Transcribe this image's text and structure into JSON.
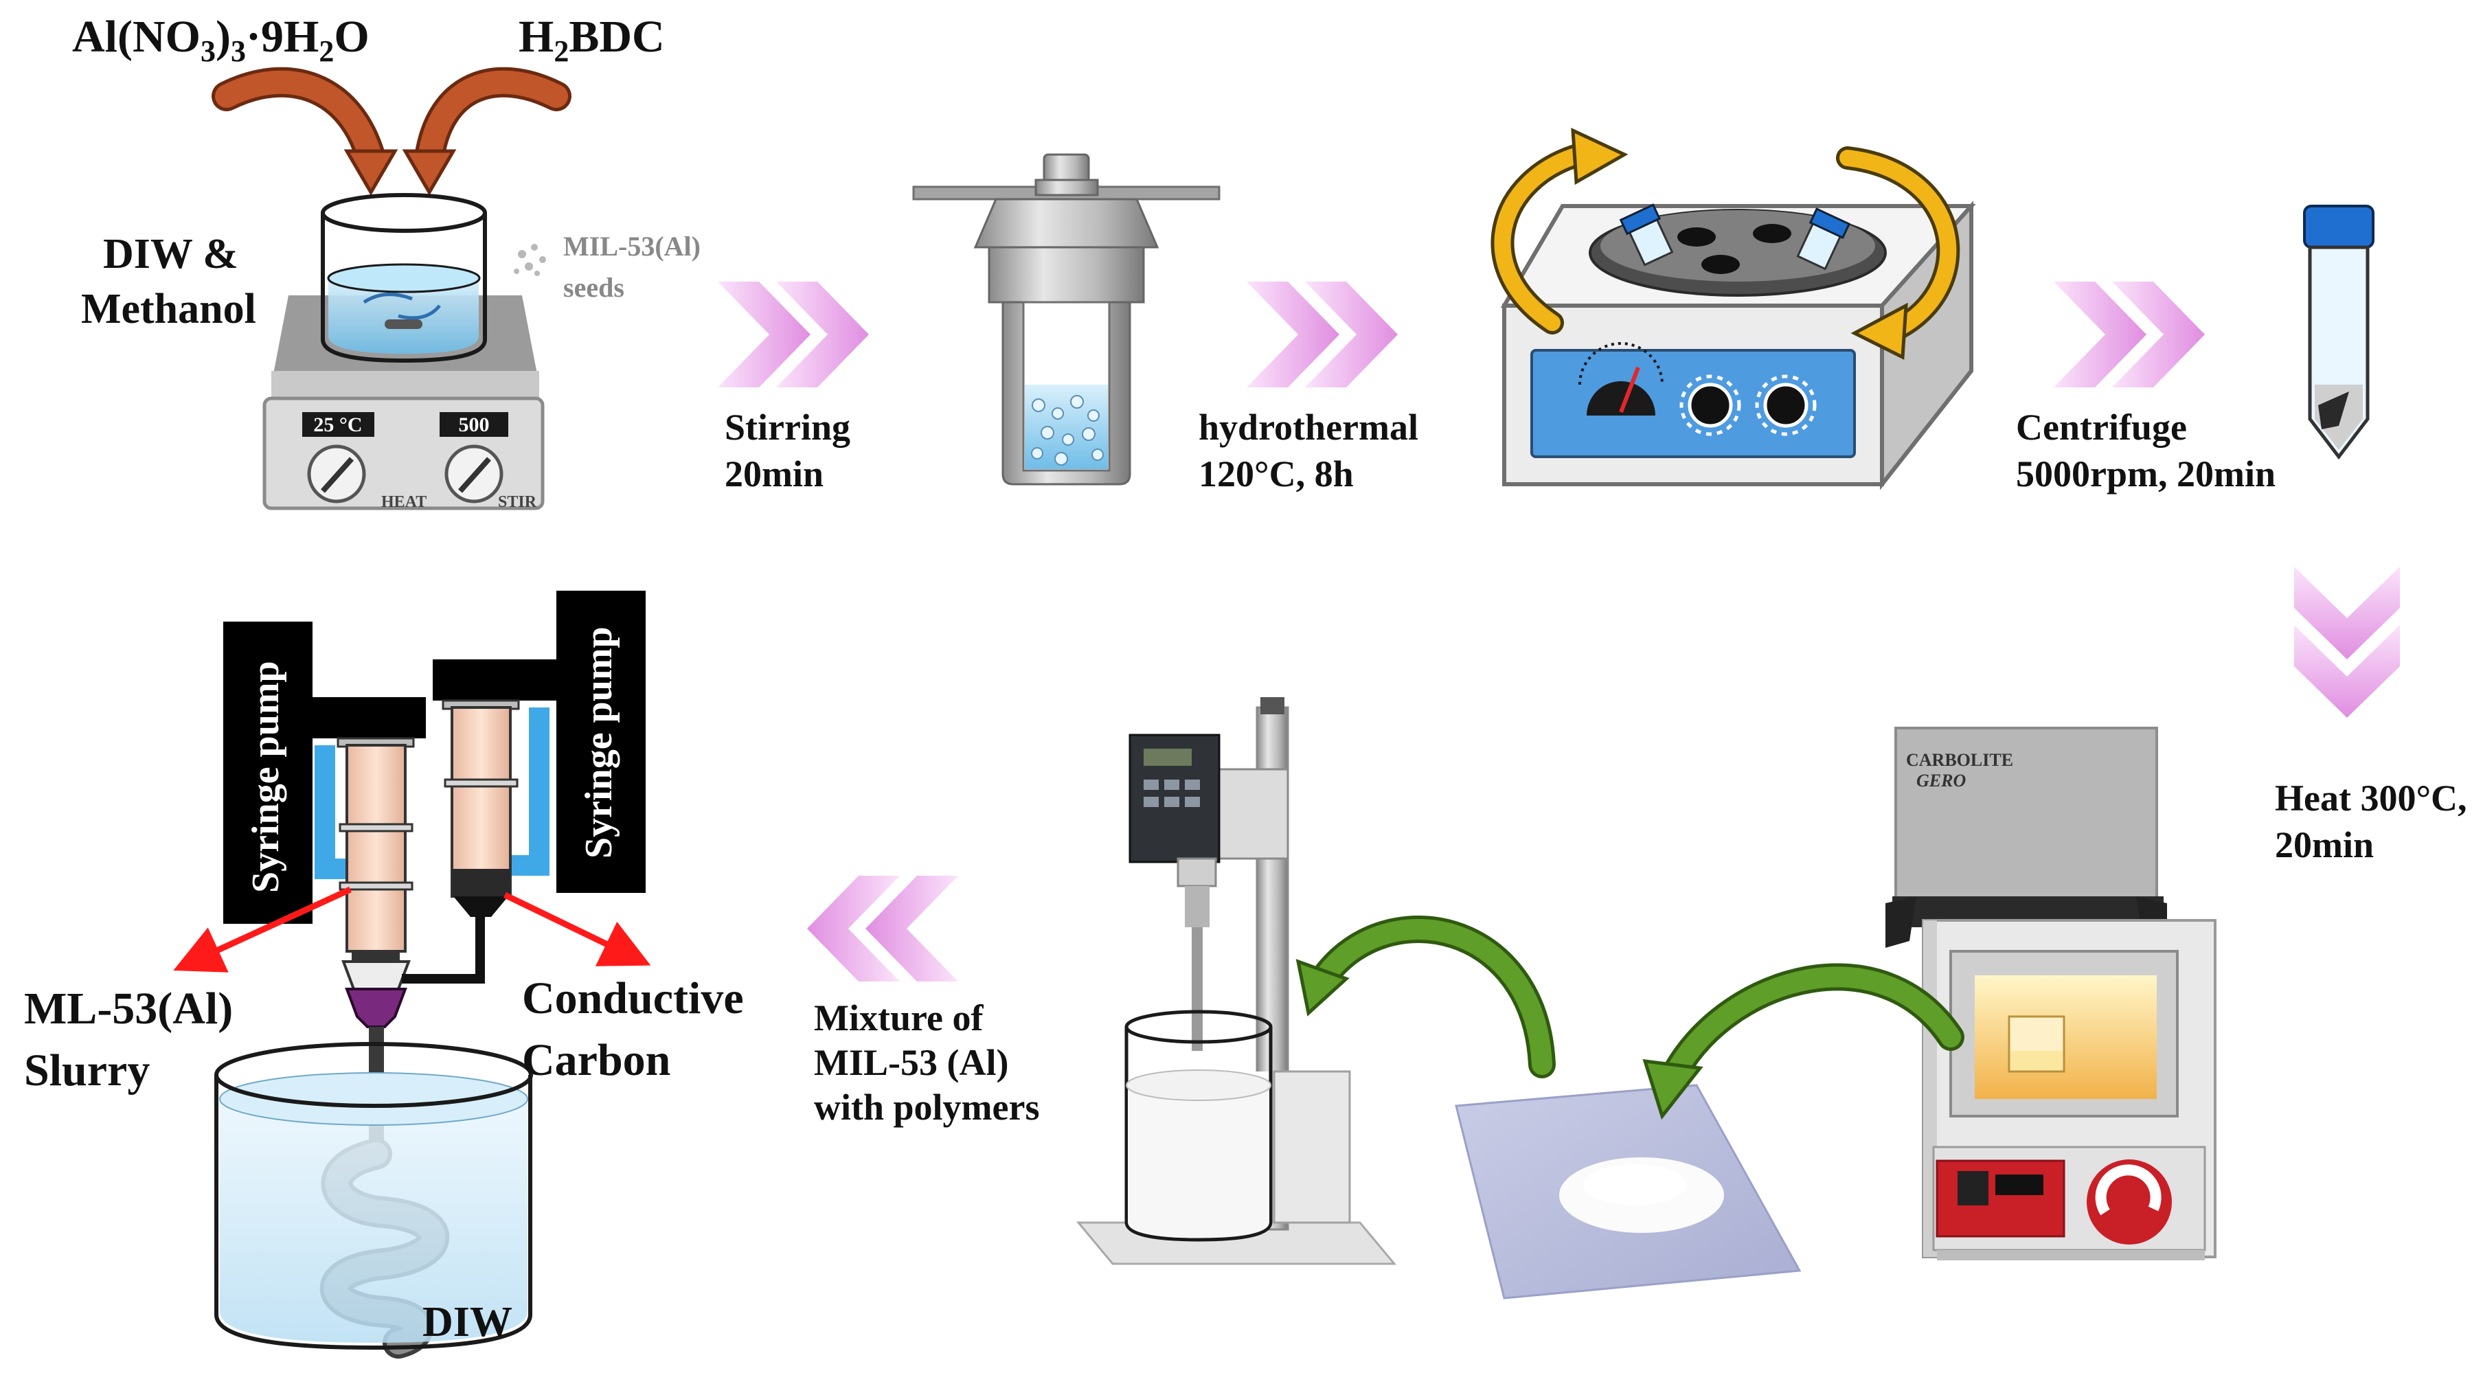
{
  "reagents": {
    "metal_salt": {
      "main": "Al(NO",
      "sub1": "3",
      "mid": ")",
      "sub2": "3",
      "rest": "·9H",
      "sub3": "2",
      "end": "O"
    },
    "linker": {
      "pre": "H",
      "sub": "2",
      "post": "BDC"
    }
  },
  "hotplate": {
    "solvent_line1": "DIW &",
    "solvent_line2": "Methanol",
    "temp_display": "25 °C",
    "speed_display": "500",
    "heat_label": "HEAT",
    "stir_label": "STIR"
  },
  "seeds": {
    "line1": "MIL-53(Al)",
    "line2": "seeds"
  },
  "steps": {
    "stirring": {
      "line1": "Stirring",
      "line2": "20min"
    },
    "hydrothermal": {
      "line1": "hydrothermal",
      "line2": "120°C, 8h"
    },
    "centrifuge": {
      "line1": "Centrifuge",
      "line2": "5000rpm, 20min"
    },
    "heat": {
      "line1": "Heat 300°C,",
      "line2": "20min"
    },
    "mixture": {
      "line1": "Mixture of",
      "line2": "MIL-53 (Al)",
      "line3": "with polymers"
    }
  },
  "furnace": {
    "brand_line1": "CARBOLITE",
    "brand_line2": "GERO"
  },
  "printing": {
    "pump_left": "Syringe pump",
    "pump_right": "Syringe pump",
    "slurry_line1": "ML-53(Al)",
    "slurry_line2": "Slurry",
    "carbon_line1": "Conductive",
    "carbon_line2": "Carbon",
    "bath_label": "DIW"
  },
  "colors": {
    "arrow_brown": "#c0562a",
    "chevron_pink": "#e79be6",
    "centrifuge_arrow": "#f2b517",
    "curved_arrow_green": "#4f8a1f",
    "pointer_red": "#ff1a1a",
    "water_blue": "#bfe3f7"
  }
}
